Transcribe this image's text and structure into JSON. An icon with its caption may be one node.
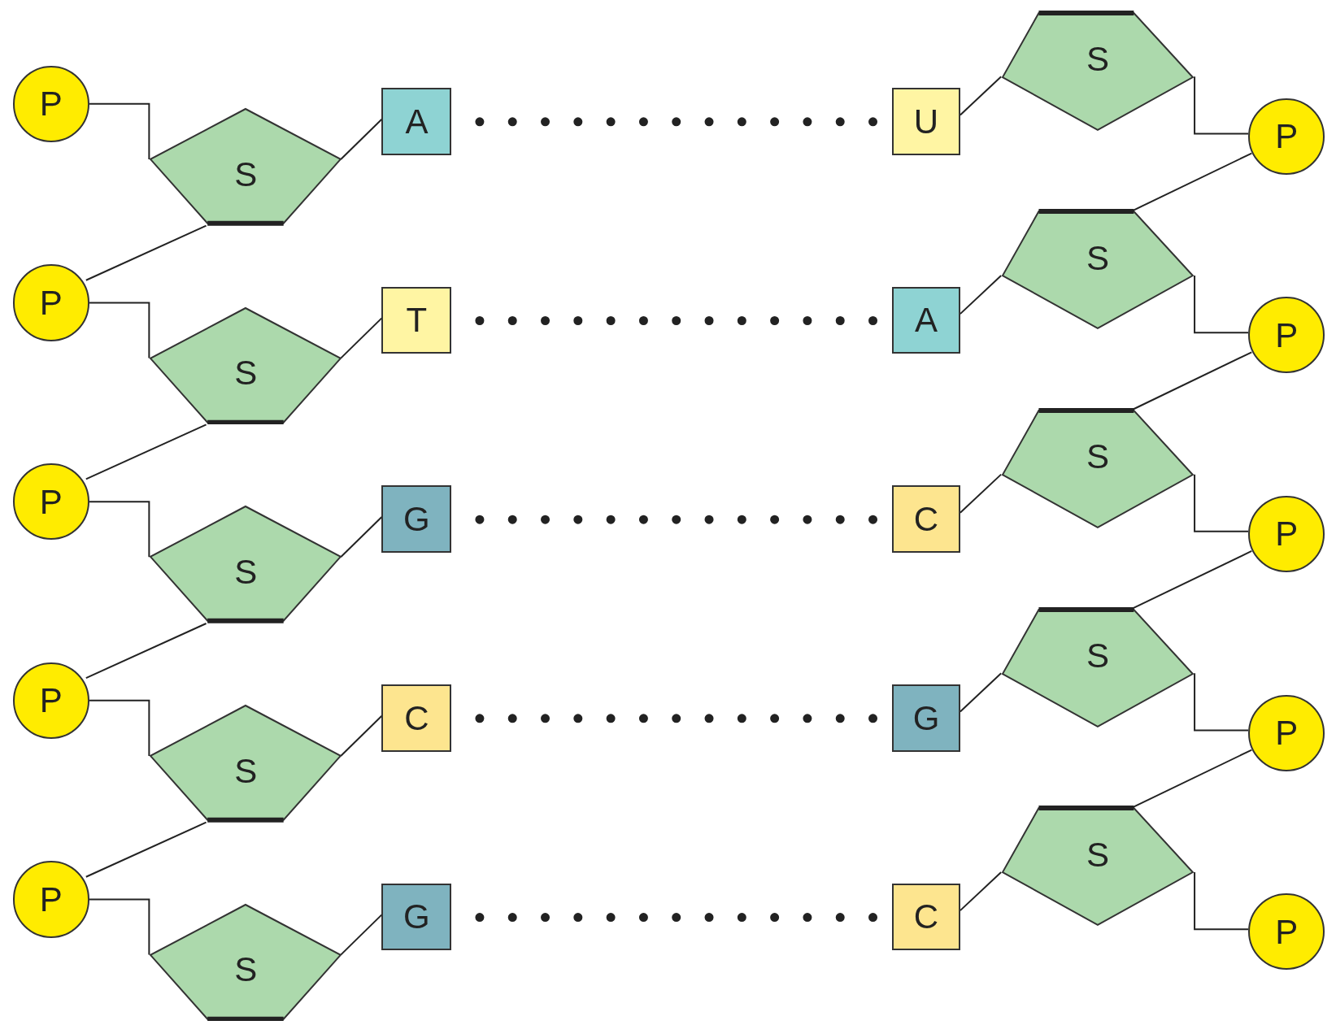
{
  "diagram": {
    "nodes": [
      {
        "text": [
          "P"
        ]
      },
      {
        "text": [
          "S"
        ]
      },
      {
        "text": [
          "A"
        ]
      },
      {
        "text": [
          "U"
        ]
      },
      {
        "text": [
          "S"
        ]
      },
      {
        "text": [
          "P"
        ]
      },
      {
        "text": [
          "P"
        ]
      },
      {
        "text": [
          "S"
        ]
      },
      {
        "text": [
          "T"
        ]
      },
      {
        "text": [
          "A"
        ]
      },
      {
        "text": [
          "S"
        ]
      },
      {
        "text": [
          "P"
        ]
      },
      {
        "text": [
          "P"
        ]
      },
      {
        "text": [
          "S"
        ]
      },
      {
        "text": [
          "G"
        ]
      },
      {
        "text": [
          "C"
        ]
      },
      {
        "text": [
          "S"
        ]
      },
      {
        "text": [
          "P"
        ]
      },
      {
        "text": [
          "P"
        ]
      },
      {
        "text": [
          "S"
        ]
      },
      {
        "text": [
          "C"
        ]
      },
      {
        "text": [
          "G"
        ]
      },
      {
        "text": [
          "S"
        ]
      },
      {
        "text": [
          "P"
        ]
      },
      {
        "text": [
          "P"
        ]
      },
      {
        "text": [
          "S"
        ]
      },
      {
        "text": [
          "G"
        ]
      },
      {
        "text": [
          "C"
        ]
      },
      {
        "text": [
          "S"
        ]
      },
      {
        "text": [
          "P"
        ]
      }
    ],
    "edges": [
      {
        "from": 0,
        "to": 1,
        "arrow": "none"
      },
      {
        "from": 1,
        "to": 2,
        "arrow": "none"
      },
      {
        "from": 2,
        "to": 3,
        "arrow": "none",
        "style": "dashed"
      },
      {
        "from": 3,
        "to": 4,
        "arrow": "none"
      },
      {
        "from": 4,
        "to": 5,
        "arrow": "none"
      },
      {
        "from": 1,
        "to": 6,
        "arrow": "none"
      },
      {
        "from": 5,
        "to": 10,
        "arrow": "none"
      },
      {
        "from": 6,
        "to": 7,
        "arrow": "none"
      },
      {
        "from": 7,
        "to": 8,
        "arrow": "none"
      },
      {
        "from": 8,
        "to": 9,
        "arrow": "none",
        "style": "dashed"
      },
      {
        "from": 9,
        "to": 10,
        "arrow": "none"
      },
      {
        "from": 10,
        "to": 11,
        "arrow": "none"
      },
      {
        "from": 7,
        "to": 12,
        "arrow": "none"
      },
      {
        "from": 11,
        "to": 16,
        "arrow": "none"
      },
      {
        "from": 12,
        "to": 13,
        "arrow": "none"
      },
      {
        "from": 13,
        "to": 14,
        "arrow": "none"
      },
      {
        "from": 14,
        "to": 15,
        "arrow": "none",
        "style": "dashed"
      },
      {
        "from": 15,
        "to": 16,
        "arrow": "none"
      },
      {
        "from": 16,
        "to": 17,
        "arrow": "none"
      },
      {
        "from": 13,
        "to": 18,
        "arrow": "none"
      },
      {
        "from": 17,
        "to": 22,
        "arrow": "none"
      },
      {
        "from": 18,
        "to": 19,
        "arrow": "none"
      },
      {
        "from": 19,
        "to": 20,
        "arrow": "none"
      },
      {
        "from": 20,
        "to": 21,
        "arrow": "none",
        "style": "dashed"
      },
      {
        "from": 21,
        "to": 22,
        "arrow": "none"
      },
      {
        "from": 22,
        "to": 23,
        "arrow": "none"
      },
      {
        "from": 19,
        "to": 24,
        "arrow": "none"
      },
      {
        "from": 23,
        "to": 28,
        "arrow": "none"
      },
      {
        "from": 24,
        "to": 25,
        "arrow": "none"
      },
      {
        "from": 25,
        "to": 26,
        "arrow": "none"
      },
      {
        "from": 26,
        "to": 27,
        "arrow": "none",
        "style": "dashed"
      },
      {
        "from": 27,
        "to": 28,
        "arrow": "none"
      },
      {
        "from": 28,
        "to": 29,
        "arrow": "none"
      }
    ]
  }
}
